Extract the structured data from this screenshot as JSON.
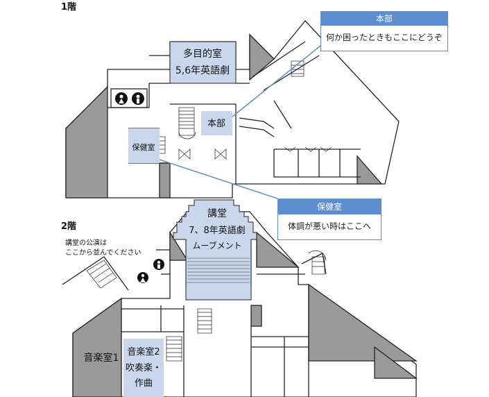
{
  "floor1": {
    "heading": "1階",
    "rooms": {
      "tamokuteki_name": "多目的室",
      "tamokuteki_event": "5,6年英語劇",
      "honbu": "本部",
      "hokenshitsu": "保健室"
    }
  },
  "floor2": {
    "heading": "2階",
    "note_line1": "講堂の公演は",
    "note_line2": "ここから並んでください",
    "rooms": {
      "kodo_name": "講堂",
      "kodo_event1": "7、8年英語劇",
      "kodo_event2": "ムーブメント",
      "ongaku1": "音楽室1",
      "ongaku2_name": "音楽室2",
      "ongaku2_event1": "吹奏楽・",
      "ongaku2_event2": "作曲"
    }
  },
  "callouts": {
    "honbu": {
      "title": "本部",
      "body": "何か困ったときもここにどうぞ"
    },
    "hoken": {
      "title": "保健室",
      "body": "体調が悪い時はここへ"
    }
  },
  "colors": {
    "highlight": "#c9d6ec",
    "callout_accent": "#5d8fd0",
    "wall": "#222222",
    "shade": "#9a9a9a"
  },
  "icons": [
    "restroom-icon",
    "stair-icon",
    "door-icon"
  ]
}
